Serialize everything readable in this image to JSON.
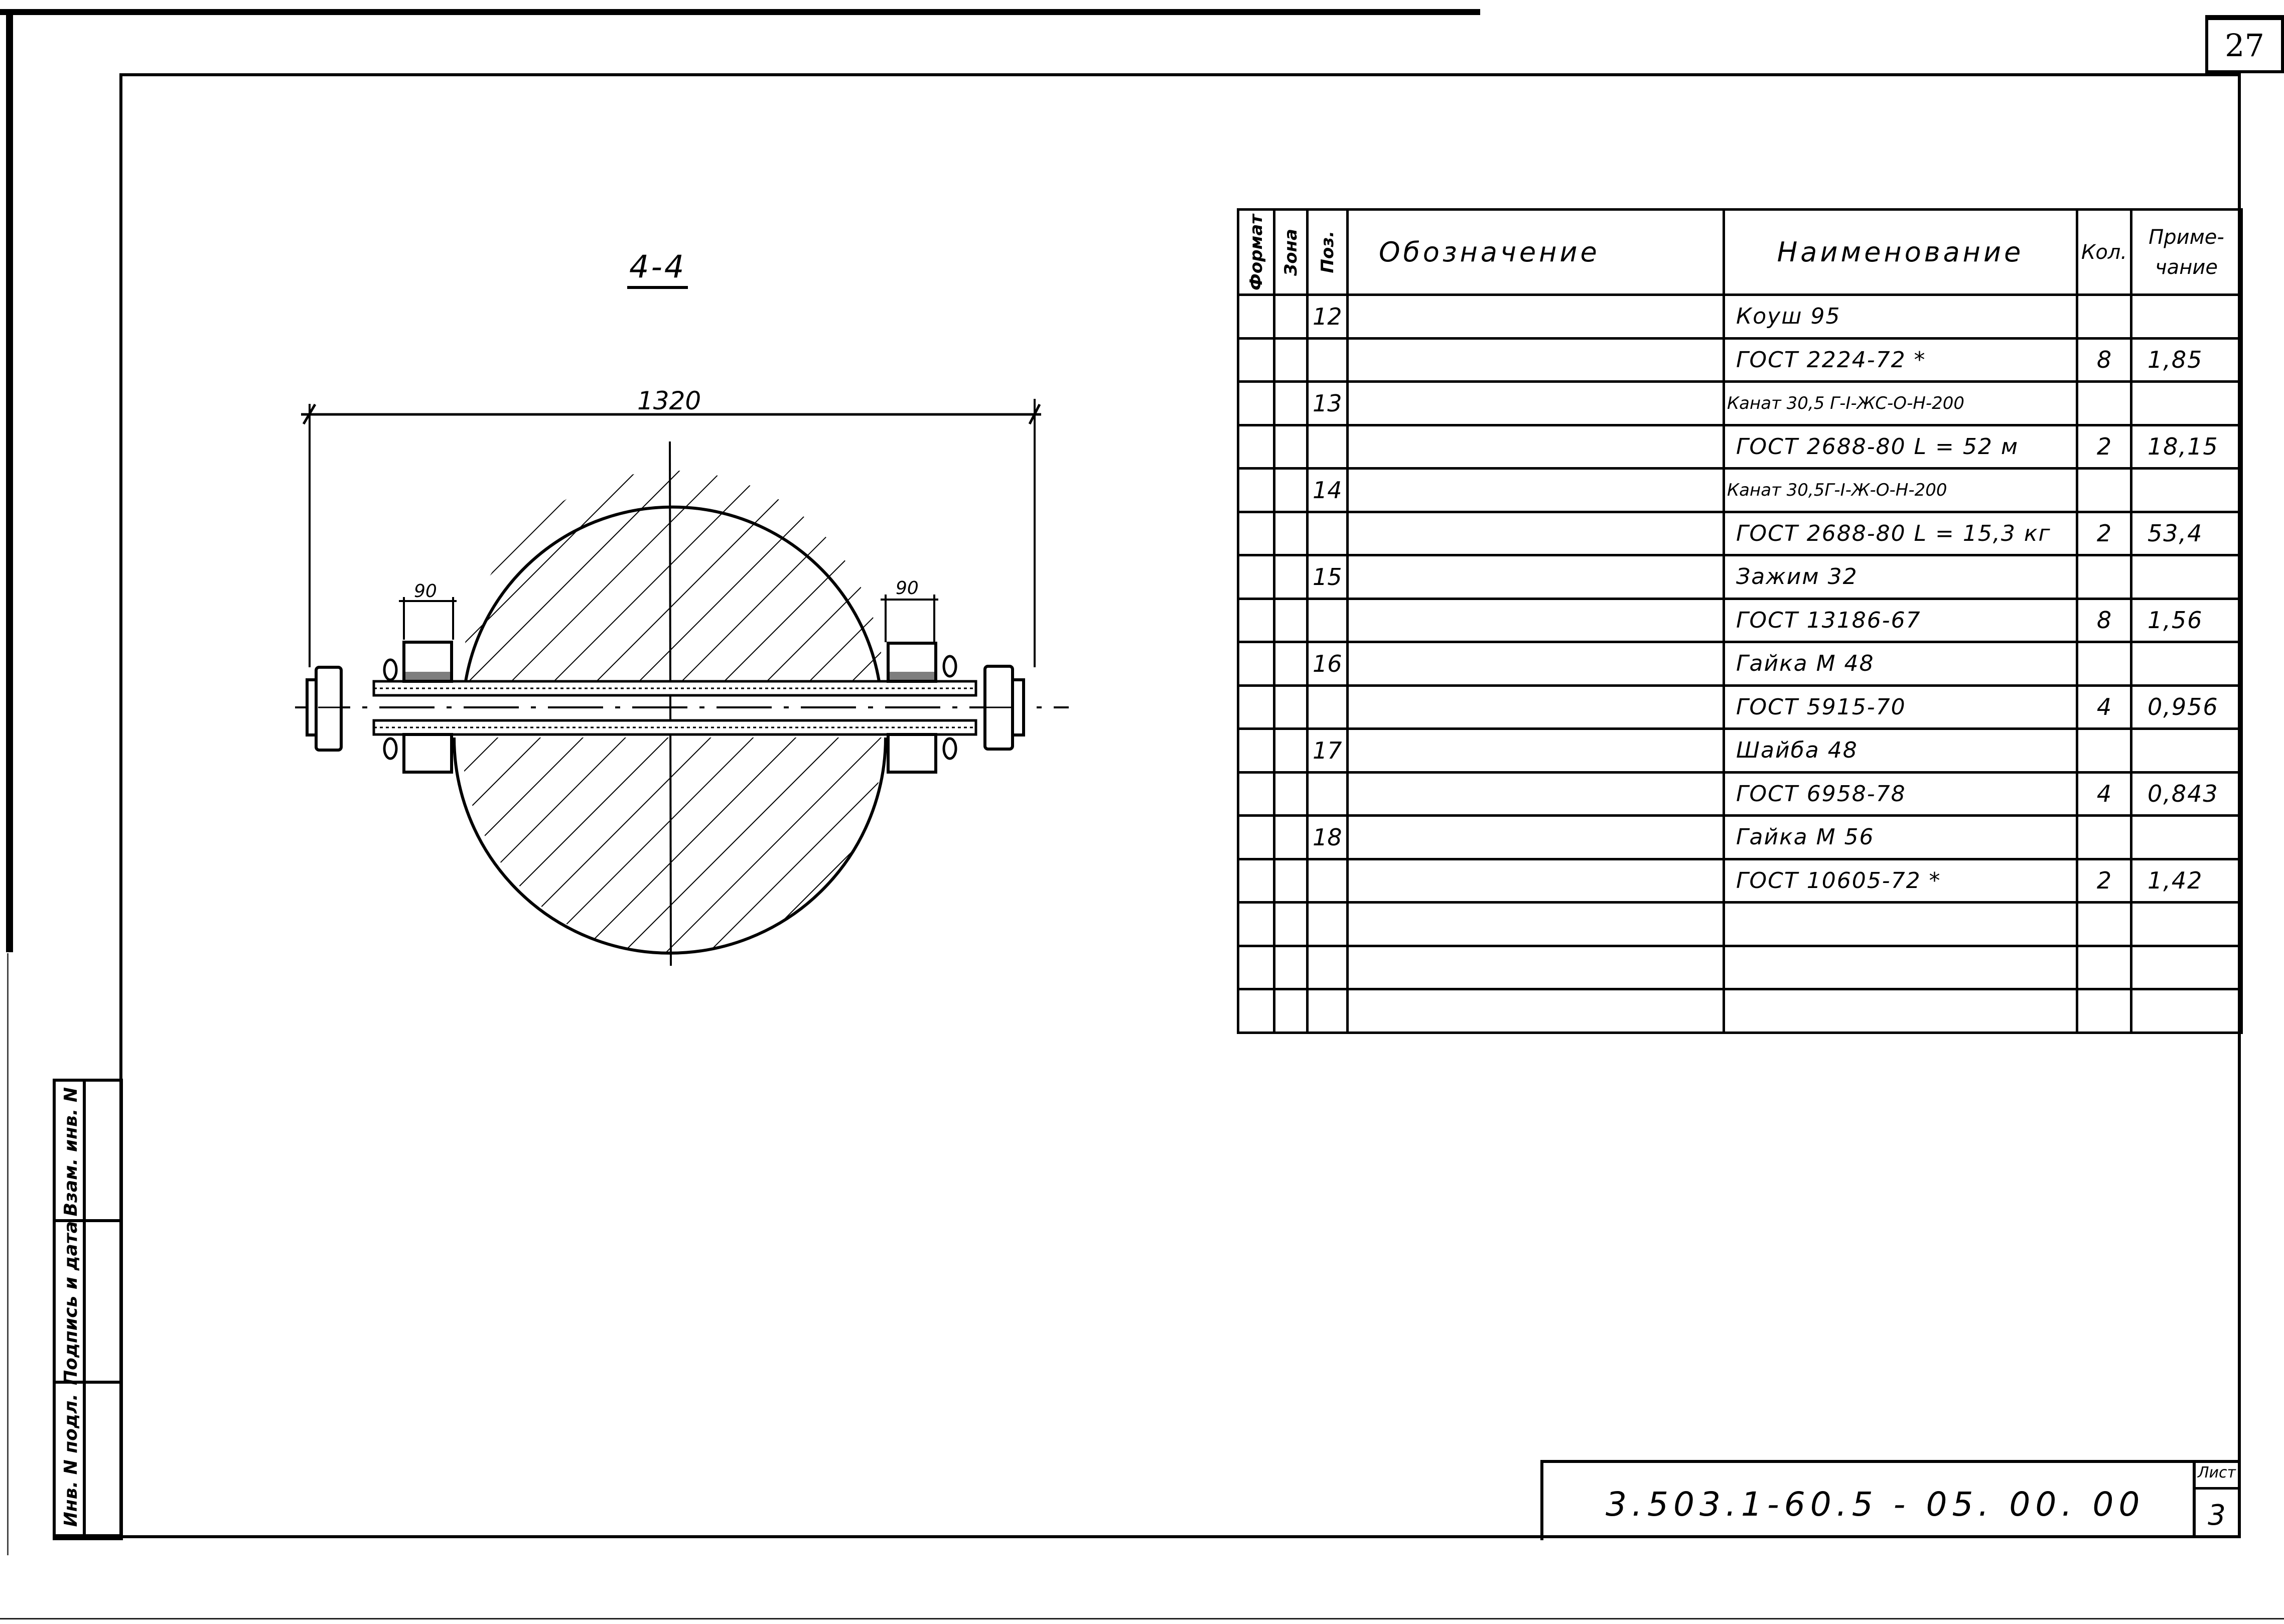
{
  "page": {
    "sheet_number_top": "27"
  },
  "drawing": {
    "section_title": "4-4",
    "dimensions": {
      "overall_width": "1320",
      "left_plate": "90",
      "right_plate": "90"
    }
  },
  "spec_table": {
    "headers": {
      "format": "Формат",
      "zone": "Зона",
      "pos": "Поз.",
      "designation": "Обозначение",
      "name": "Наименование",
      "qty": "Кол.",
      "note_line1": "Приме-",
      "note_line2": "чание"
    },
    "rows": [
      {
        "pos": "12",
        "designation": "",
        "name": "Коуш 95",
        "qty": "",
        "note": ""
      },
      {
        "pos": "",
        "designation": "",
        "name": "ГОСТ 2224-72 *",
        "qty": "8",
        "note": "1,85"
      },
      {
        "pos": "13",
        "designation": "",
        "name": "Канат 30,5 Г-I-ЖС-О-Н-200",
        "qty": "",
        "note": ""
      },
      {
        "pos": "",
        "designation": "",
        "name": "ГОСТ 2688-80  L = 52 м",
        "qty": "2",
        "note": "18,15"
      },
      {
        "pos": "14",
        "designation": "",
        "name": "Канат 30,5Г-I-Ж-О-Н-200",
        "qty": "",
        "note": ""
      },
      {
        "pos": "",
        "designation": "",
        "name": "ГОСТ 2688-80  L = 15,3 кг",
        "qty": "2",
        "note": "53,4"
      },
      {
        "pos": "15",
        "designation": "",
        "name": "Зажим 32",
        "qty": "",
        "note": ""
      },
      {
        "pos": "",
        "designation": "",
        "name": "ГОСТ 13186-67",
        "qty": "8",
        "note": "1,56"
      },
      {
        "pos": "16",
        "designation": "",
        "name": "Гайка М 48",
        "qty": "",
        "note": ""
      },
      {
        "pos": "",
        "designation": "",
        "name": "ГОСТ 5915-70",
        "qty": "4",
        "note": "0,956"
      },
      {
        "pos": "17",
        "designation": "",
        "name": "Шайба 48",
        "qty": "",
        "note": ""
      },
      {
        "pos": "",
        "designation": "",
        "name": "ГОСТ 6958-78",
        "qty": "4",
        "note": "0,843"
      },
      {
        "pos": "18",
        "designation": "",
        "name": "Гайка М 56",
        "qty": "",
        "note": ""
      },
      {
        "pos": "",
        "designation": "",
        "name": "ГОСТ 10605-72 *",
        "qty": "2",
        "note": "1,42"
      },
      {
        "pos": "",
        "designation": "",
        "name": "",
        "qty": "",
        "note": ""
      },
      {
        "pos": "",
        "designation": "",
        "name": "",
        "qty": "",
        "note": ""
      },
      {
        "pos": "",
        "designation": "",
        "name": "",
        "qty": "",
        "note": ""
      }
    ]
  },
  "side_stamp": {
    "labels": [
      "Взам. инв. N",
      "Подпись и дата",
      "Инв. N подл."
    ]
  },
  "title_block": {
    "document_code": "3.503.1-60.5 - 05. 00. 00",
    "sheet_label": "Лист",
    "sheet_value": "3"
  }
}
